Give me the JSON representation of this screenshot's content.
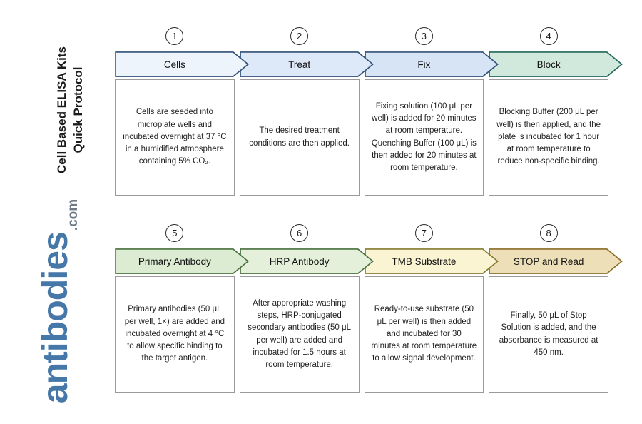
{
  "sidebar": {
    "title_line1": "Cell Based ELISA Kits",
    "title_line2": "Quick Protocol",
    "brand": "antibodies",
    "brand_suffix": ".com",
    "brand_color": "#4577a8"
  },
  "steps": [
    {
      "number": "1",
      "title": "Cells",
      "description": "Cells are seeded into microplate wells and incubated overnight at 37 °C in a humidified atmosphere containing 5% CO₂.",
      "fill": "#edf4fb",
      "border": "#2f4f76"
    },
    {
      "number": "2",
      "title": "Treat",
      "description": "The desired treatment conditions are then applied.",
      "fill": "#dde8f8",
      "border": "#2f4f76"
    },
    {
      "number": "3",
      "title": "Fix",
      "description": "Fixing solution (100 μL per well) is added for 20 minutes at room temperature. Quenching Buffer (100 μL) is then added for 20 minutes at room temperature.",
      "fill": "#d7e4f6",
      "border": "#2f4f76"
    },
    {
      "number": "4",
      "title": "Block",
      "description": "Blocking Buffer (200 μL per well) is then applied, and the plate is incubated for 1 hour at room temperature to reduce non-specific binding.",
      "fill": "#d1e9dc",
      "border": "#20655a"
    },
    {
      "number": "5",
      "title": "Primary Antibody",
      "description": "Primary antibodies (50 μL per well, 1×) are added and incubated overnight at 4 °C to allow specific binding to the target antigen.",
      "fill": "#dcecd3",
      "border": "#47703c"
    },
    {
      "number": "6",
      "title": "HRP Antibody",
      "description": "After appropriate washing steps, HRP-conjugated secondary antibodies (50 μL per well) are added and incubated for 1.5 hours at room temperature.",
      "fill": "#e5f0da",
      "border": "#47703c"
    },
    {
      "number": "7",
      "title": "TMB Substrate",
      "description": "Ready-to-use substrate (50 μL per well) is then added and incubated for 30 minutes at room temperature to allow signal development.",
      "fill": "#faf4d2",
      "border": "#857a31"
    },
    {
      "number": "8",
      "title": "STOP and Read",
      "description": "Finally, 50 μL of Stop Solution is added, and the absorbance is measured at 450 nm.",
      "fill": "#eddfb7",
      "border": "#8a6c26"
    }
  ]
}
